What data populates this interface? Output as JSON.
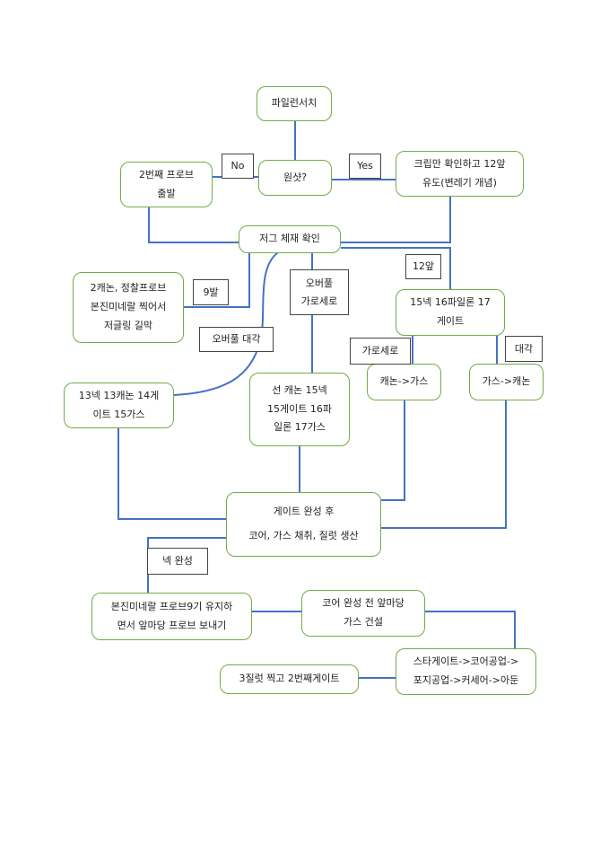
{
  "nodes": {
    "probe_search": "파일런서치",
    "scout": "원샷?",
    "second_probe": [
      "2번째 프로브",
      "출발"
    ],
    "creep_only": [
      "크립만 확인하고 12앞",
      "유도(변레기 개념)"
    ],
    "cut_check": "저그 체재 확인",
    "two_cannon": [
      "2캐논, 정찰프로브",
      "본진미네랄 찍어서",
      "저글링 길막"
    ],
    "forge_layout": [
      "15넥 16파일론 17",
      "게이트"
    ],
    "cannon_gas": "캐논->가스",
    "gas_cannon": "가스->캐논",
    "nexus13": [
      "13넥 13캐논 14게",
      "이트 15가스"
    ],
    "cannon_first": [
      "선 캐논 15넥",
      "15게이트 16파",
      "일론 17가스"
    ],
    "gate_done": [
      "게이트 완성 후",
      "코어, 가스 채취, 질럿 생산"
    ],
    "keep_probes": [
      "본진미네랄 프로브9기 유지하",
      "면서 앞마당 프로브 보내기"
    ],
    "core_before": [
      "코어 완성 전 앞마당",
      "가스 건설"
    ],
    "stargate": [
      "스타게이트->코어공업->",
      "포지공업->커세어->아둔"
    ],
    "zealot_gate": "3질럿 찍고 2번째게이트"
  },
  "labels": {
    "no": "No",
    "yes": "Yes",
    "nine": "9발",
    "twelve": "12앞",
    "overpool_lr": [
      "오버풀",
      "가로세로"
    ],
    "overpool_diag": "오버풀 대각",
    "garo": "가로세로",
    "diag": "대각",
    "nexus_done": "넥 완성"
  },
  "colors": {
    "node_border": "#70ad47",
    "connector": "#4472c4"
  }
}
